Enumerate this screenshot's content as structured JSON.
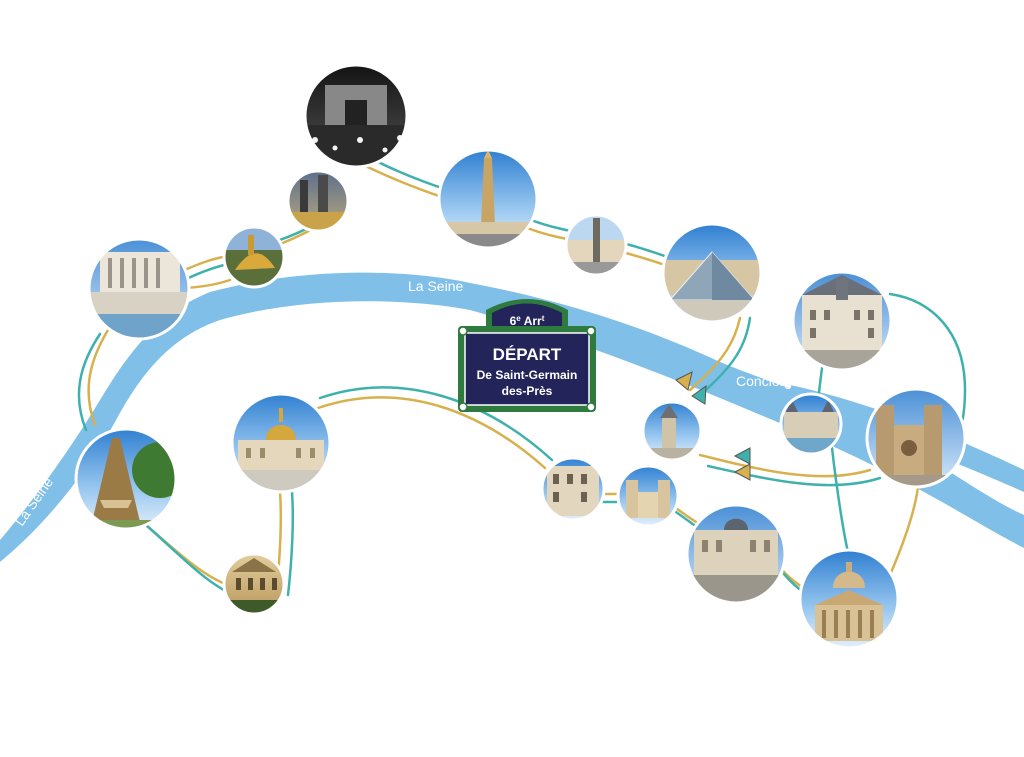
{
  "map": {
    "river_labels": {
      "main": "La Seine",
      "west": "La Seine",
      "cite": "Concierg"
    },
    "start_sign": {
      "arrondissement": "6",
      "arr_suffix": "e",
      "arr_word": "Arr",
      "arr_mark": "t",
      "title": "DÉPART",
      "line1": "De Saint-Germain",
      "line2": "des-Près"
    },
    "landmarks": [
      "arc-de-triomphe",
      "grand-palais",
      "pont-alexandre-iii",
      "palais-de-tokyo",
      "place-de-la-concorde",
      "place-vendome",
      "louvre-pyramid",
      "hotel-de-ville",
      "eiffel-tower",
      "les-invalides",
      "ecole-militaire",
      "saint-germain-des-pres",
      "notre-dame",
      "conciergerie",
      "odeon",
      "saint-sulpice",
      "senat-luxembourg",
      "pantheon"
    ],
    "colors": {
      "river": "#7fbfe8",
      "route_gold": "#d7b14e",
      "route_teal": "#3fb1ad",
      "sign_fill": "#22245a",
      "sign_frame": "#2f7a3f"
    }
  }
}
